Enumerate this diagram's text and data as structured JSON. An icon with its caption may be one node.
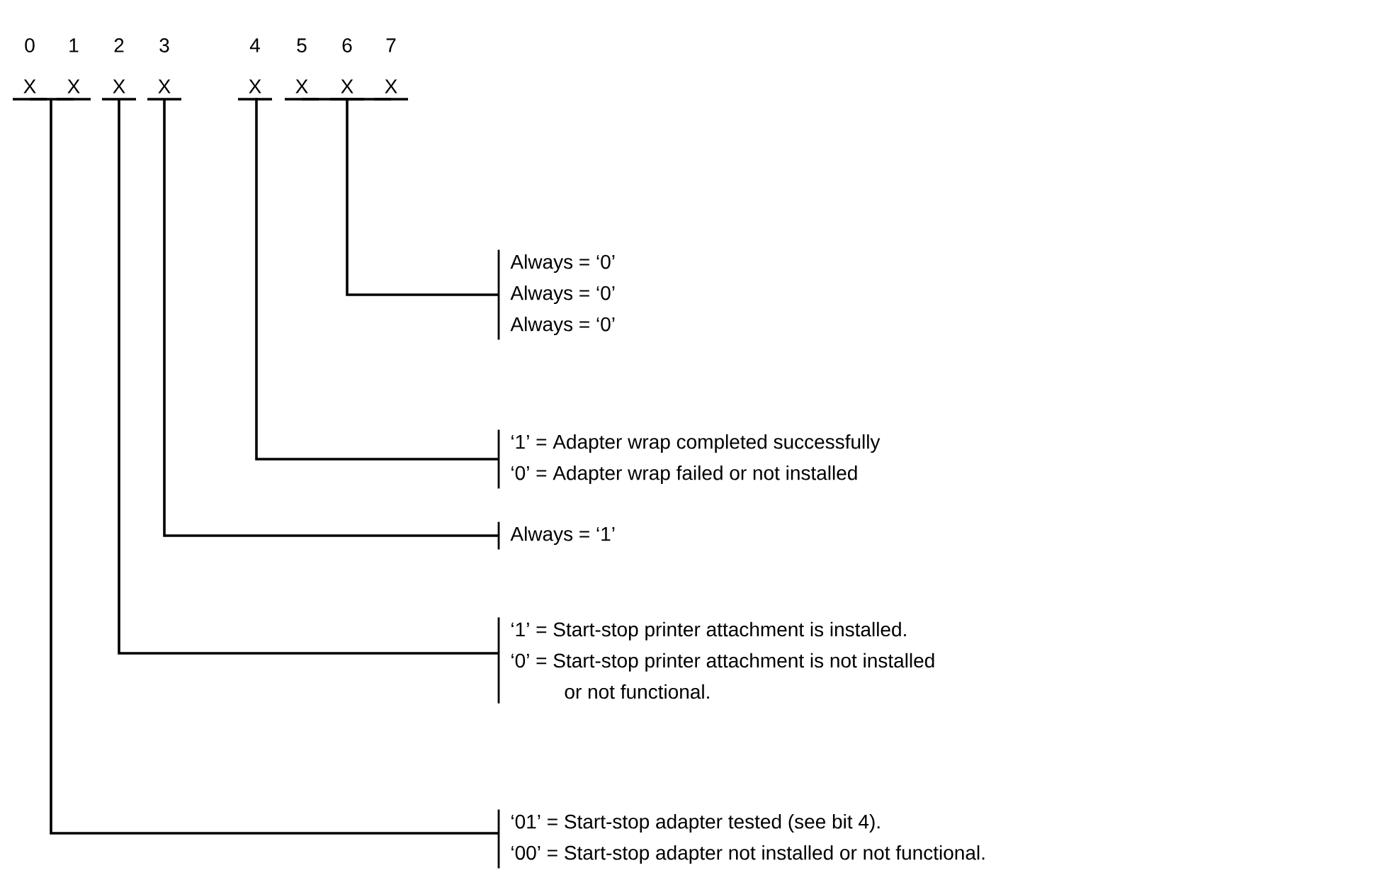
{
  "diagram": {
    "nodes": [
      {
        "text": [
          "0",
          "X"
        ]
      },
      {
        "text": [
          "1",
          "X"
        ]
      },
      {
        "text": [
          "2",
          "X"
        ]
      },
      {
        "text": [
          "3",
          "X"
        ]
      },
      {
        "text": [
          "4",
          "X"
        ]
      },
      {
        "text": [
          "5",
          "X"
        ]
      },
      {
        "text": [
          "6",
          "X"
        ]
      },
      {
        "text": [
          "7",
          "X"
        ]
      },
      {
        "text": [
          "Always = ‘0’",
          "Always = ‘0’",
          "Always = ‘0’"
        ]
      },
      {
        "text": [
          "‘1’ = Adapter wrap completed successfully",
          "‘0’ = Adapter wrap failed or not installed"
        ]
      },
      {
        "text": [
          "Always = ‘1’"
        ]
      },
      {
        "text": [
          "‘1’ = Start-stop printer attachment is installed.",
          "‘0’ = Start-stop printer attachment is not installed or not functional."
        ]
      },
      {
        "text": [
          "‘01’ = Start-stop adapter tested (see bit 4).",
          "‘00’ = Start-stop adapter not installed or not functional."
        ]
      }
    ],
    "edges": [
      {
        "from": 5,
        "to": 8,
        "arrow": "none"
      },
      {
        "from": 6,
        "to": 8,
        "arrow": "none"
      },
      {
        "from": 7,
        "to": 8,
        "arrow": "none"
      },
      {
        "from": 4,
        "to": 9,
        "arrow": "none"
      },
      {
        "from": 3,
        "to": 10,
        "arrow": "none"
      },
      {
        "from": 2,
        "to": 11,
        "arrow": "none"
      },
      {
        "from": 0,
        "to": 12,
        "arrow": "none"
      },
      {
        "from": 1,
        "to": 12,
        "arrow": "none"
      }
    ]
  }
}
